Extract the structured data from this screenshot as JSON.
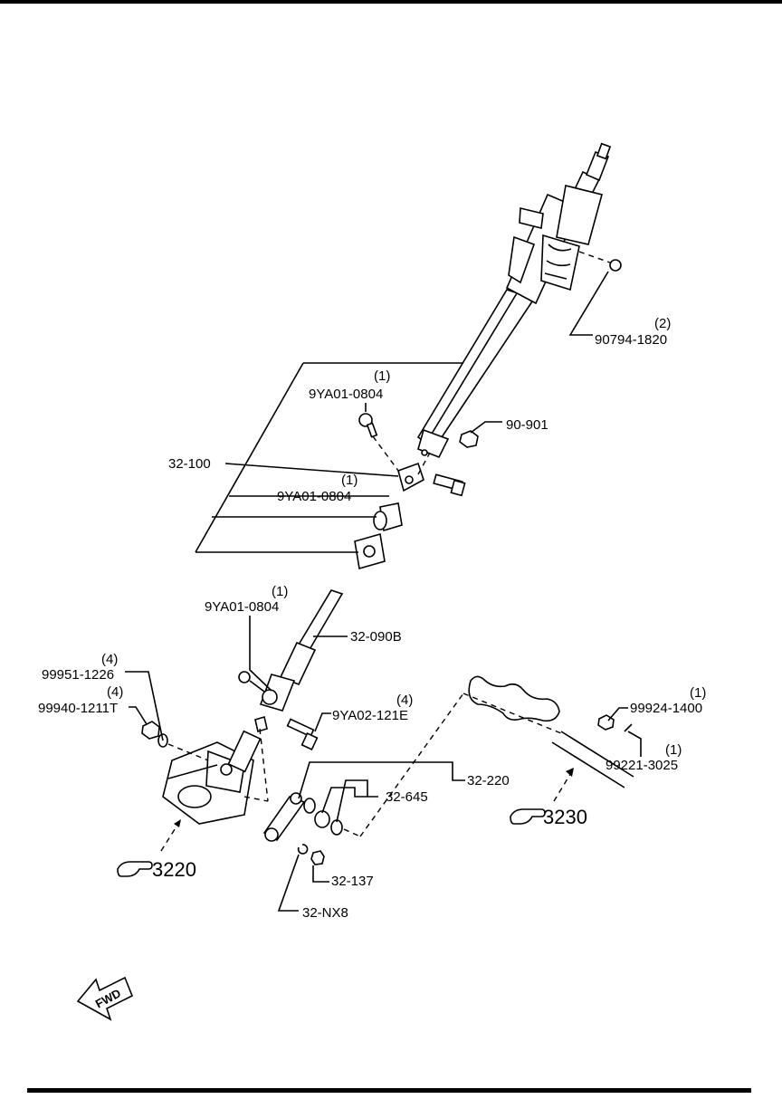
{
  "labels": {
    "col_bolt_qty": "(2)",
    "col_bolt": "90794-1820",
    "nut_901": "90-901",
    "upper_bolt_qty": "(1)",
    "upper_bolt": "9YA01-0804",
    "col_assy": "32-100",
    "mid_bolt_qty": "(1)",
    "mid_bolt": "9YA01-0804",
    "ijoint_bolt_qty": "(1)",
    "ijoint_bolt": "9YA01-0804",
    "ishaft": "32-090B",
    "nut_a_qty": "(4)",
    "nut_a": "99951-1226",
    "washer_a_qty": "(4)",
    "washer_a": "99940-1211T",
    "bolt_121e_qty": "(4)",
    "bolt_121e": "9YA02-121E",
    "nut_1400_qty": "(1)",
    "nut_1400": "99924-1400",
    "pin_qty": "(1)",
    "pin": "99221-3025",
    "pitman_arm": "32-220",
    "bushing": "32-645",
    "nut_137": "32-137",
    "clip": "32-NX8"
  },
  "refs": {
    "gearbox_ref": "3220",
    "linkage_ref": "3230"
  },
  "fwd": "FWD",
  "icons": {
    "ref_pointer": "pointing-hand-icon",
    "fwd_arrow": "forward-arrow-icon"
  }
}
